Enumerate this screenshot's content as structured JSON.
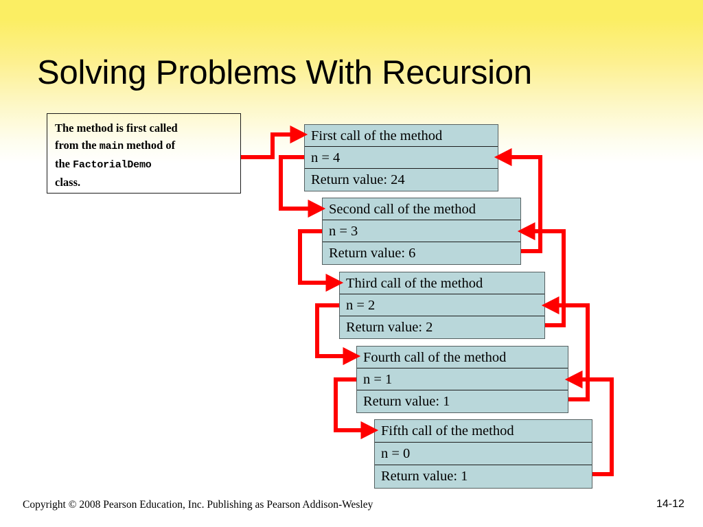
{
  "slide": {
    "title": "Solving Problems With Recursion",
    "background_top_color": "#fbee63",
    "background_bottom_color": "#ffffff"
  },
  "caption": {
    "line1": "The method is first called",
    "line2_a": "from the ",
    "line2_mono": "main",
    "line2_b": " method of",
    "line3_a": "the ",
    "line3_mono": "FactorialDemo",
    "line4": "class."
  },
  "frames": [
    {
      "title": "First call of the method",
      "n": "n = 4",
      "ret": "Return value: 24"
    },
    {
      "title": "Second call of the method",
      "n": "n = 3",
      "ret": "Return value: 6"
    },
    {
      "title": "Third call of the method",
      "n": "n = 2",
      "ret": "Return value: 2"
    },
    {
      "title": "Fourth call of the method",
      "n": "n = 1",
      "ret": "Return value: 1"
    },
    {
      "title": "Fifth call of the method",
      "n": "n = 0",
      "ret": "Return value: 1"
    }
  ],
  "arrows": {
    "color": "#ff0000",
    "stroke_width": 6
  },
  "footer": {
    "copyright": "Copyright © 2008 Pearson Education, Inc. Publishing as Pearson Addison-Wesley",
    "page": "14-12"
  }
}
